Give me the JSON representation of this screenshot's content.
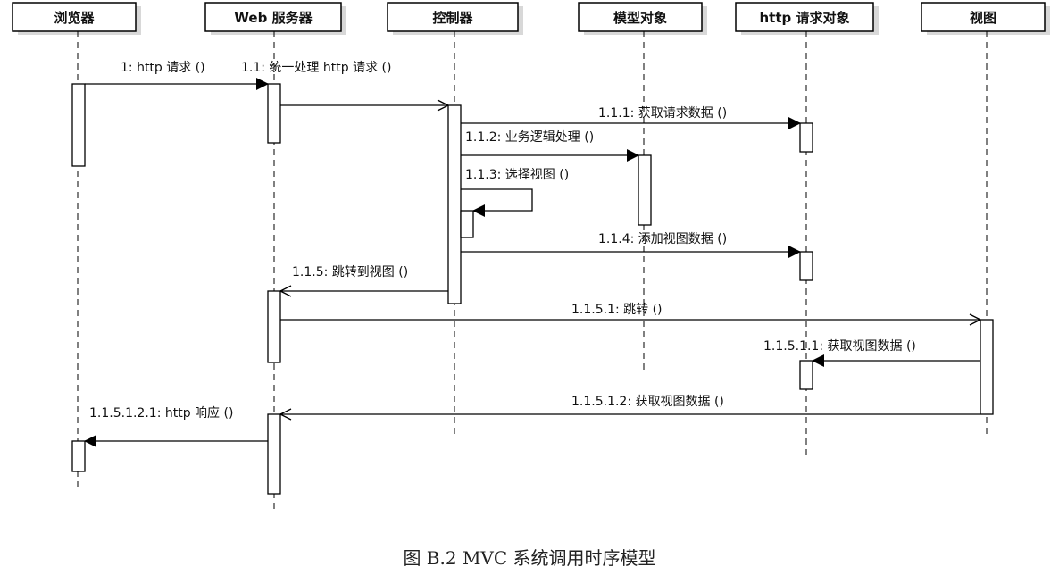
{
  "participants": [
    {
      "id": "browser",
      "label": "浏览器"
    },
    {
      "id": "webserver",
      "label": "Web 服务器"
    },
    {
      "id": "controller",
      "label": "控制器"
    },
    {
      "id": "model",
      "label": "模型对象"
    },
    {
      "id": "request",
      "label": "http 请求对象"
    },
    {
      "id": "view",
      "label": "视图"
    }
  ],
  "messages": [
    {
      "id": "m1",
      "label": "1: http 请求 ()",
      "from": "browser",
      "to": "webserver",
      "kind": "sync"
    },
    {
      "id": "m2",
      "label": "1.1:  统一处理 http 请求 ()",
      "from": "webserver",
      "to": "controller",
      "kind": "async"
    },
    {
      "id": "m3",
      "label": "1.1.1:  获取请求数据 ()",
      "from": "controller",
      "to": "request",
      "kind": "sync"
    },
    {
      "id": "m4",
      "label": "1.1.2:  业务逻辑处理 ()",
      "from": "controller",
      "to": "model",
      "kind": "sync"
    },
    {
      "id": "m5",
      "label": "1.1.3:  选择视图 ()",
      "from": "controller",
      "to": "controller",
      "kind": "self"
    },
    {
      "id": "m6",
      "label": "1.1.4:  添加视图数据 ()",
      "from": "controller",
      "to": "request",
      "kind": "sync"
    },
    {
      "id": "m7",
      "label": "1.1.5:  跳转到视图 ()",
      "from": "controller",
      "to": "webserver",
      "kind": "async"
    },
    {
      "id": "m8",
      "label": "1.1.5.1:  跳转 ()",
      "from": "webserver",
      "to": "view",
      "kind": "async"
    },
    {
      "id": "m9",
      "label": "1.1.5.1.1:  获取视图数据 ()",
      "from": "view",
      "to": "request",
      "kind": "sync"
    },
    {
      "id": "m10",
      "label": "1.1.5.1.2:  获取视图数据 ()",
      "from": "view",
      "to": "webserver",
      "kind": "async"
    },
    {
      "id": "m11",
      "label": "1.1.5.1.2.1: http 响应 ()",
      "from": "webserver",
      "to": "browser",
      "kind": "sync"
    }
  ],
  "caption": "图 B.2    MVC 系统调用时序模型"
}
